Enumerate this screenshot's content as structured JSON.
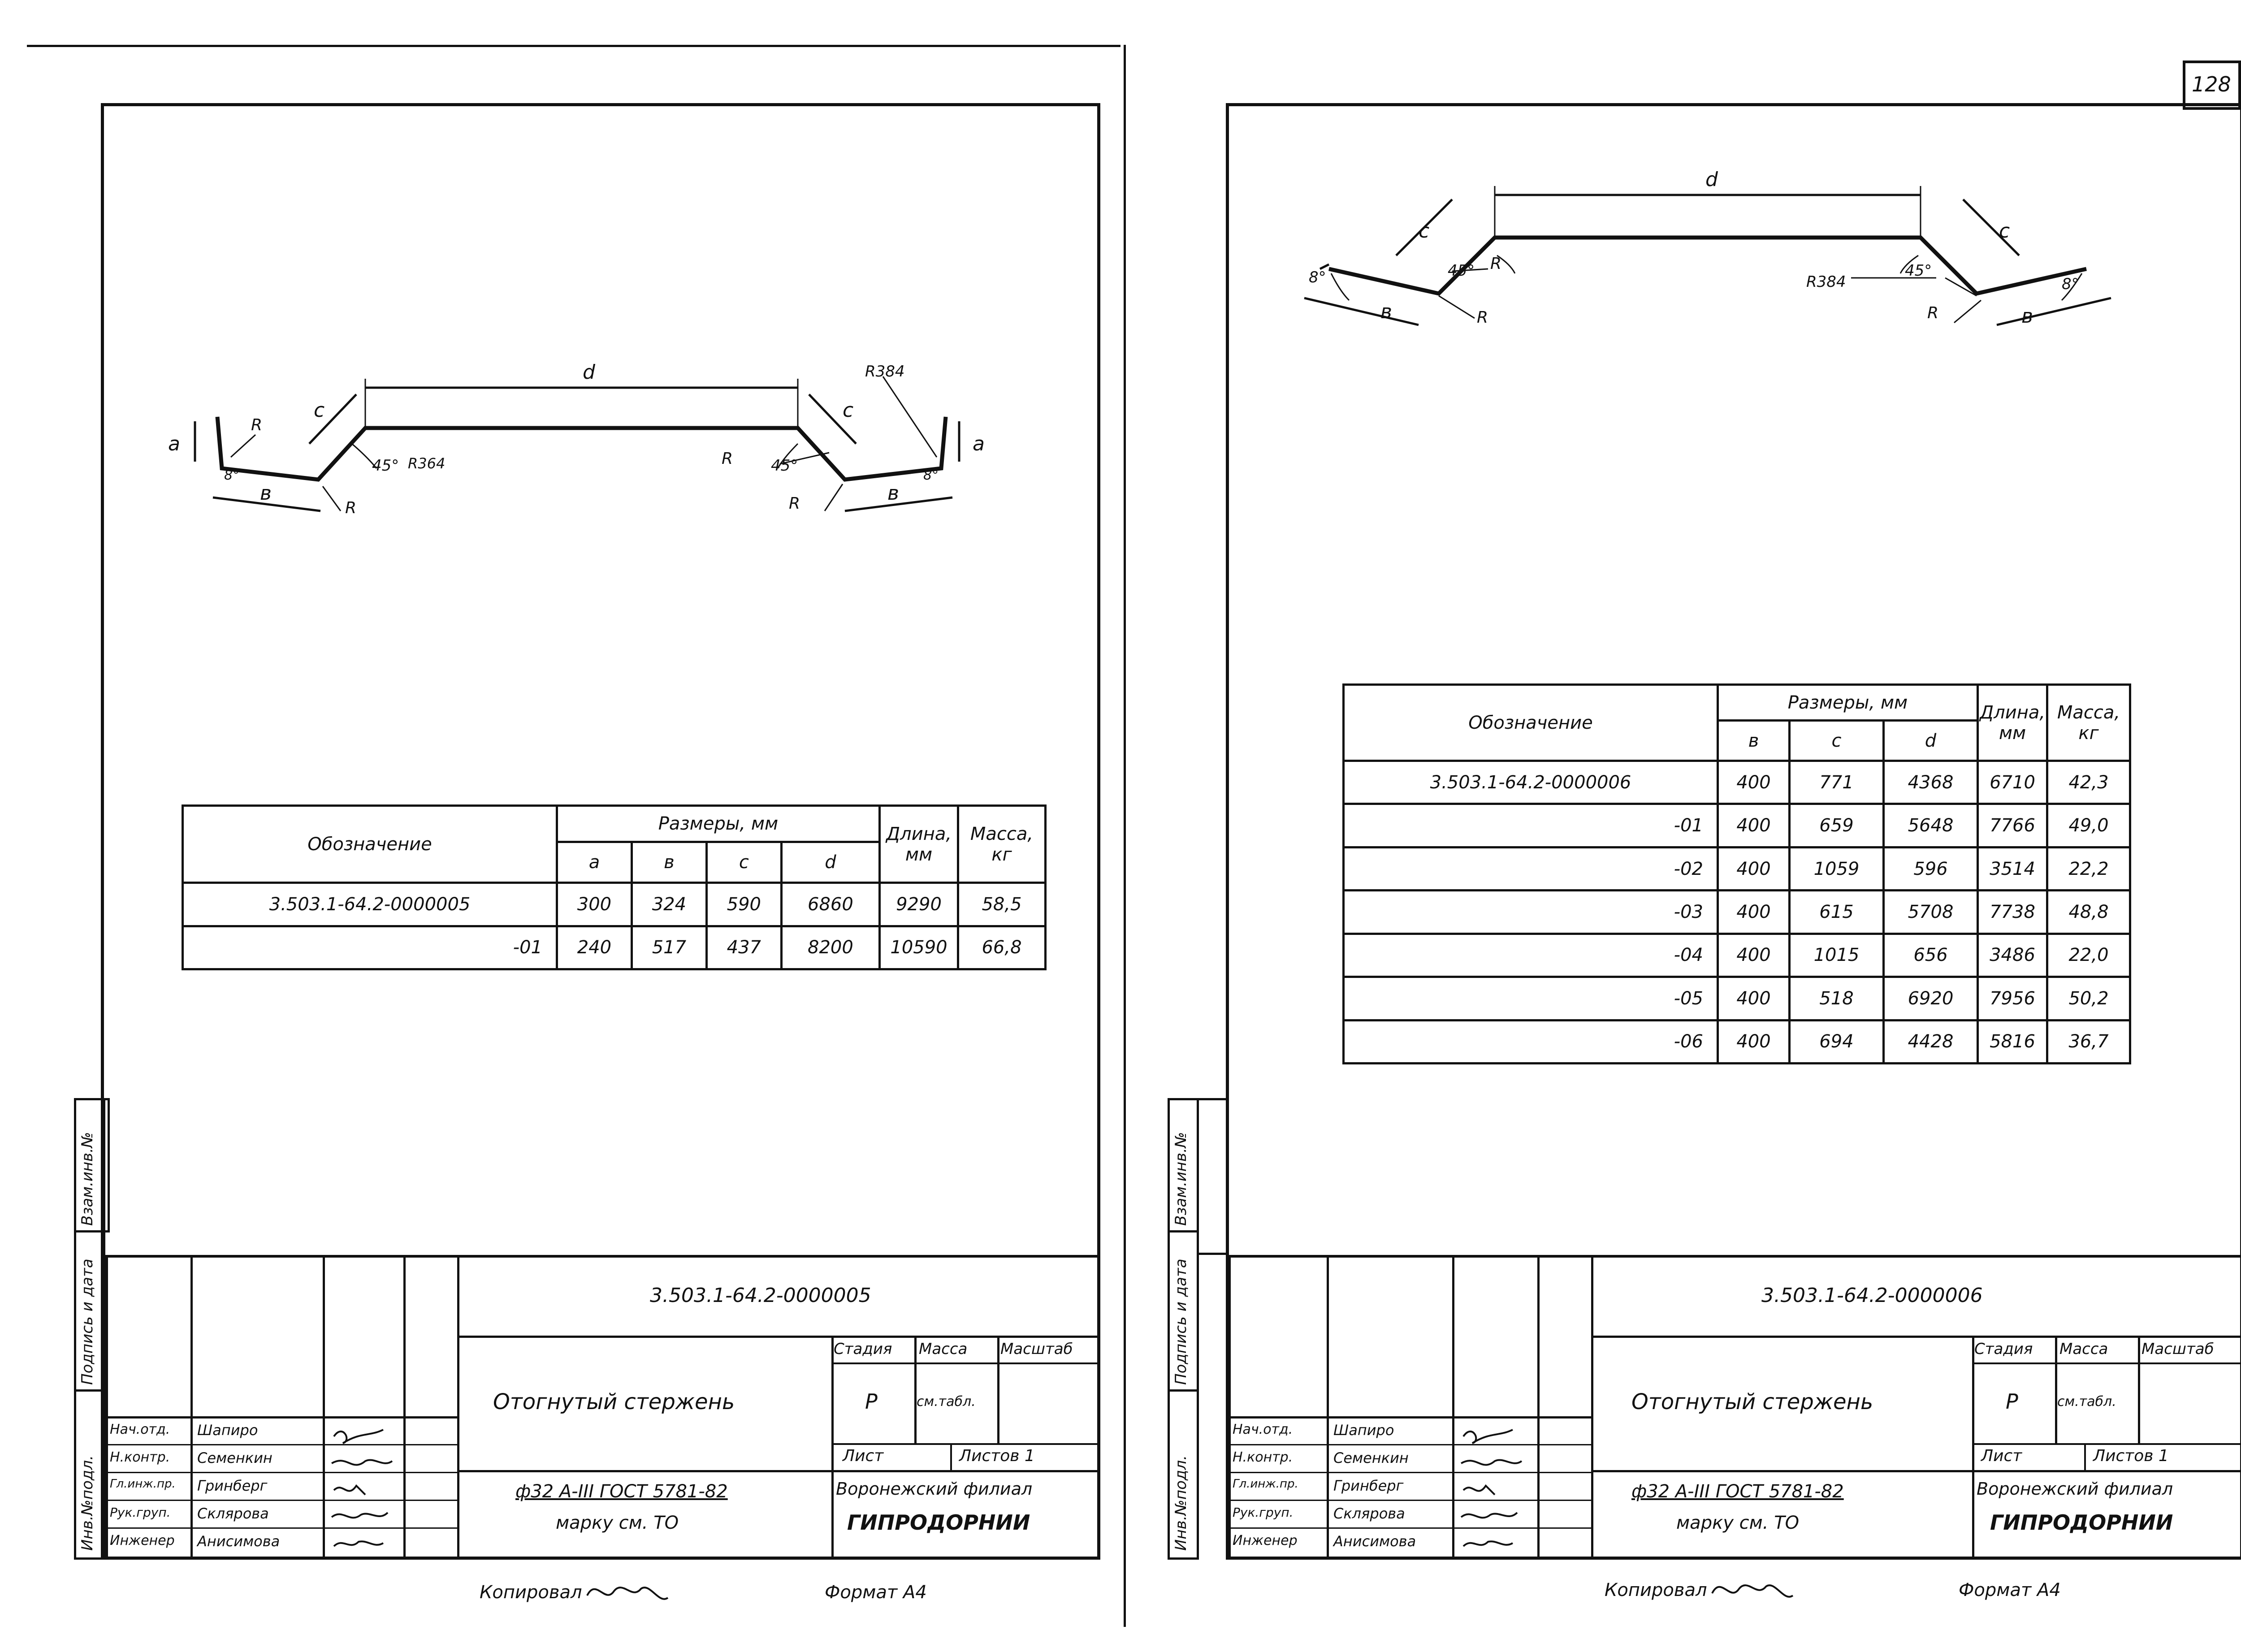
{
  "page_number": "128",
  "left_sheet": {
    "drawing_labels": {
      "a": "a",
      "b": "в",
      "c": "c",
      "d": "d",
      "r": "R",
      "r384": "R384",
      "r364": "R364",
      "angle45": "45°",
      "angle8": "8°"
    },
    "table": {
      "h_designation": "Обозначение",
      "h_dims": "Размеры, мм",
      "h_length": "Длина, мм",
      "h_mass": "Масса, кг",
      "cols": [
        "a",
        "в",
        "c",
        "d"
      ],
      "rows": [
        {
          "des": "3.503.1-64.2-0000005",
          "a": "300",
          "b": "324",
          "c": "590",
          "d": "6860",
          "len": "9290",
          "mass": "58,5"
        },
        {
          "des": "-01",
          "a": "240",
          "b": "517",
          "c": "437",
          "d": "8200",
          "len": "10590",
          "mass": "66,8"
        }
      ]
    },
    "title_block": {
      "code": "3.503.1-64.2-0000005",
      "name": "Отогнутый стержень",
      "material": "ф32 А-III ГОСТ 5781-82",
      "material2": "марку см. ТО",
      "h_stage": "Стадия",
      "h_mass": "Масса",
      "h_scale": "Масштаб",
      "stage": "Р",
      "mass": "см.табл.",
      "sheet": "Лист",
      "sheets": "Листов 1",
      "org1": "Воронежский филиал",
      "org2": "ГИПРОДОРНИИ",
      "staff": [
        {
          "role": "Нач.отд.",
          "name": "Шапиро"
        },
        {
          "role": "Н.контр.",
          "name": "Семенкин"
        },
        {
          "role": "Гл.инж.пр.",
          "name": "Гринберг"
        },
        {
          "role": "Рук.груп.",
          "name": "Склярова"
        },
        {
          "role": "Инженер",
          "name": "Анисимова"
        }
      ]
    },
    "side_labels": [
      "Инв.№подл.",
      "Подпись и дата",
      "Взам.инв.№"
    ],
    "footer_copied": "Копировал",
    "footer_format": "Формат А4"
  },
  "right_sheet": {
    "drawing_labels": {
      "b": "в",
      "c": "c",
      "d": "d",
      "r": "R",
      "r384": "R384",
      "angle45": "45°",
      "angle8": "8°"
    },
    "table": {
      "h_designation": "Обозначение",
      "h_dims": "Размеры, мм",
      "h_length": "Длина, мм",
      "h_mass": "Масса, кг",
      "cols": [
        "в",
        "c",
        "d"
      ],
      "rows": [
        {
          "des": "3.503.1-64.2-0000006",
          "b": "400",
          "c": "771",
          "d": "4368",
          "len": "6710",
          "mass": "42,3"
        },
        {
          "des": "-01",
          "b": "400",
          "c": "659",
          "d": "5648",
          "len": "7766",
          "mass": "49,0"
        },
        {
          "des": "-02",
          "b": "400",
          "c": "1059",
          "d": "596",
          "len": "3514",
          "mass": "22,2"
        },
        {
          "des": "-03",
          "b": "400",
          "c": "615",
          "d": "5708",
          "len": "7738",
          "mass": "48,8"
        },
        {
          "des": "-04",
          "b": "400",
          "c": "1015",
          "d": "656",
          "len": "3486",
          "mass": "22,0"
        },
        {
          "des": "-05",
          "b": "400",
          "c": "518",
          "d": "6920",
          "len": "7956",
          "mass": "50,2"
        },
        {
          "des": "-06",
          "b": "400",
          "c": "694",
          "d": "4428",
          "len": "5816",
          "mass": "36,7"
        }
      ]
    },
    "title_block": {
      "code": "3.503.1-64.2-0000006",
      "name": "Отогнутый стержень",
      "material": "ф32 А-III ГОСТ 5781-82",
      "material2": "марку см. ТО",
      "h_stage": "Стадия",
      "h_mass": "Масса",
      "h_scale": "Масштаб",
      "stage": "Р",
      "mass": "см.табл.",
      "sheet": "Лист",
      "sheets": "Листов 1",
      "org1": "Воронежский филиал",
      "org2": "ГИПРОДОРНИИ",
      "staff": [
        {
          "role": "Нач.отд.",
          "name": "Шапиро"
        },
        {
          "role": "Н.контр.",
          "name": "Семенкин"
        },
        {
          "role": "Гл.инж.пр.",
          "name": "Гринберг"
        },
        {
          "role": "Рук.груп.",
          "name": "Склярова"
        },
        {
          "role": "Инженер",
          "name": "Анисимова"
        }
      ]
    },
    "side_labels": [
      "Инв.№подл.",
      "Подпись и дата",
      "Взам.инв.№"
    ],
    "footer_copied": "Копировал",
    "footer_format": "Формат А4"
  }
}
